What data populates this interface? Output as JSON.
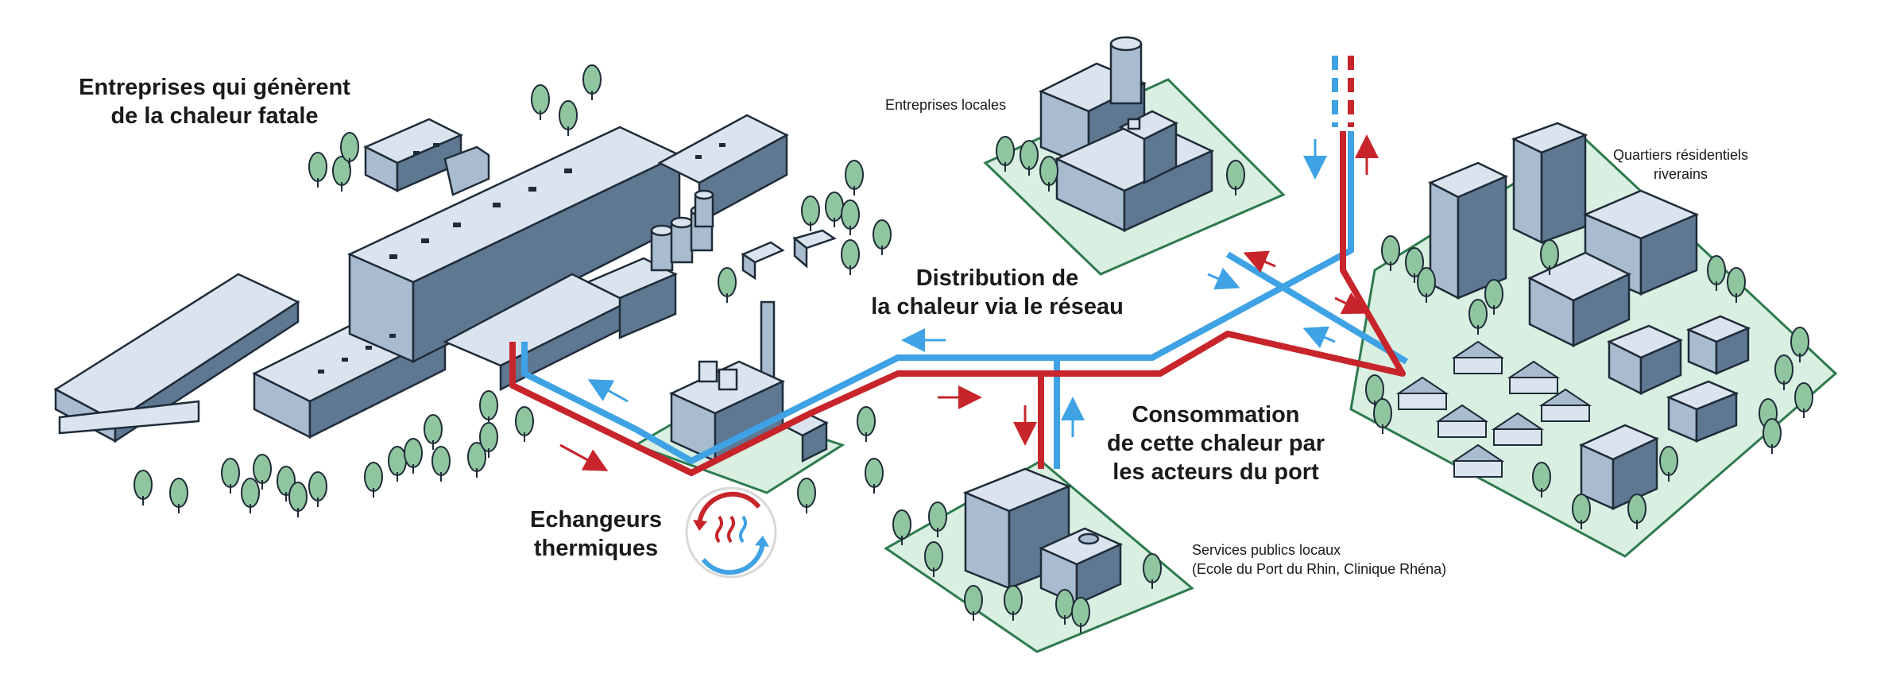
{
  "labels": {
    "producers": {
      "line1": "Entreprises qui génèrent",
      "line2": "de la chaleur fatale"
    },
    "local_companies": "Entreprises locales",
    "residential": {
      "line1": "Quartiers résidentiels",
      "line2": "riverains"
    },
    "distribution": {
      "line1": "Distribution de",
      "line2": "la chaleur via le réseau"
    },
    "consumption": {
      "line1": "Consommation",
      "line2": "de cette chaleur par",
      "line3": "les acteurs du port"
    },
    "exchangers": {
      "line1": "Echangeurs",
      "line2": "thermiques"
    },
    "public_services": {
      "line1": "Services publics locaux",
      "line2": "(Ecole du Port du Rhin, Clinique Rhéna)"
    }
  },
  "colors": {
    "hot_pipe": "#c7252b",
    "cold_pipe": "#3ea2e5",
    "ground": "#d9efe2",
    "ground_edge": "#2e7a4e",
    "tree": "#8fc6a0",
    "building_light": "#dbe4ee",
    "building_mid": "#a9bccf",
    "building_dark": "#5f7892",
    "outline": "#1f2b38"
  },
  "icons": {
    "exchanger": "heat-exchanger-icon"
  }
}
